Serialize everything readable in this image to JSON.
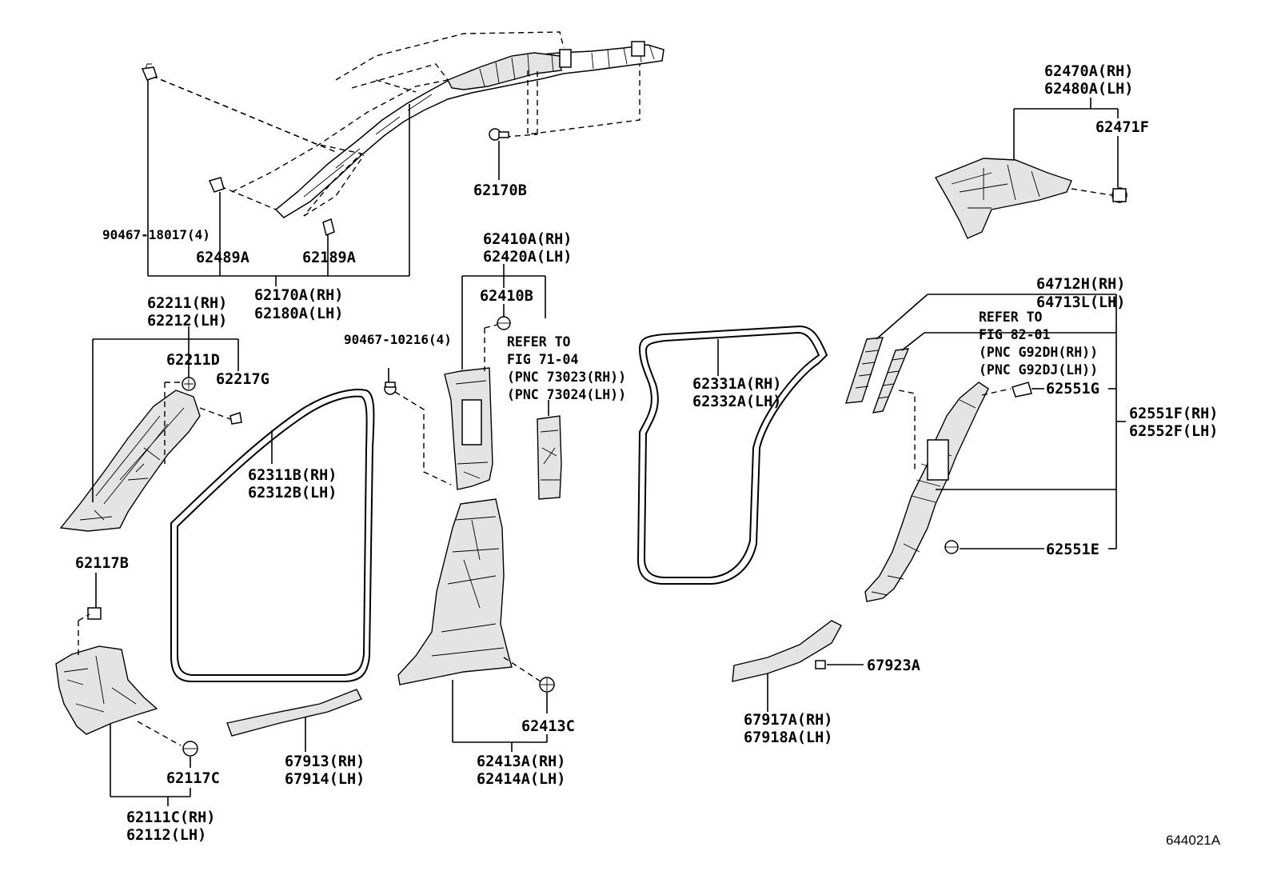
{
  "diagram_code": "644021A",
  "labels": {
    "p62170b": "62170B",
    "p90467_18017": "90467-18017(4)",
    "p62489a": "62489A",
    "p62189a": "62189A",
    "p62170a_rh": "62170A(RH)",
    "p62180a_lh": "62180A(LH)",
    "p62211_rh": "62211(RH)",
    "p62212_lh": "62212(LH)",
    "p62211d": "62211D",
    "p62217g": "62217G",
    "p62117b": "62117B",
    "p62117c": "62117C",
    "p62111c_rh": "62111C(RH)",
    "p62112_lh": "62112(LH)",
    "p62311b_rh": "62311B(RH)",
    "p62312b_lh": "62312B(LH)",
    "p67913_rh": "67913(RH)",
    "p67914_lh": "67914(LH)",
    "p62410a_rh": "62410A(RH)",
    "p62420a_lh": "62420A(LH)",
    "p62410b": "62410B",
    "p90467_10216": "90467-10216(4)",
    "p62413c": "62413C",
    "p62413a_rh": "62413A(RH)",
    "p62414a_lh": "62414A(LH)",
    "p62331a_rh": "62331A(RH)",
    "p62332a_lh": "62332A(LH)",
    "p67917a_rh": "67917A(RH)",
    "p67918a_lh": "67918A(LH)",
    "p67923a": "67923A",
    "p62470a_rh": "62470A(RH)",
    "p62480a_lh": "62480A(LH)",
    "p62471f": "62471F",
    "p64712h_rh": "64712H(RH)",
    "p64713l_lh": "64713L(LH)",
    "p62551g": "62551G",
    "p62551f_rh": "62551F(RH)",
    "p62552f_lh": "62552F(LH)",
    "p62551e": "62551E"
  },
  "refs": {
    "ref_a": [
      "REFER TO",
      "FIG 71-04",
      "(PNC 73023(RH))",
      "(PNC 73024(LH))"
    ],
    "ref_b": [
      "REFER TO",
      "FIG 82-01",
      "(PNC G92DH(RH))",
      "(PNC G92DJ(LH))"
    ]
  }
}
